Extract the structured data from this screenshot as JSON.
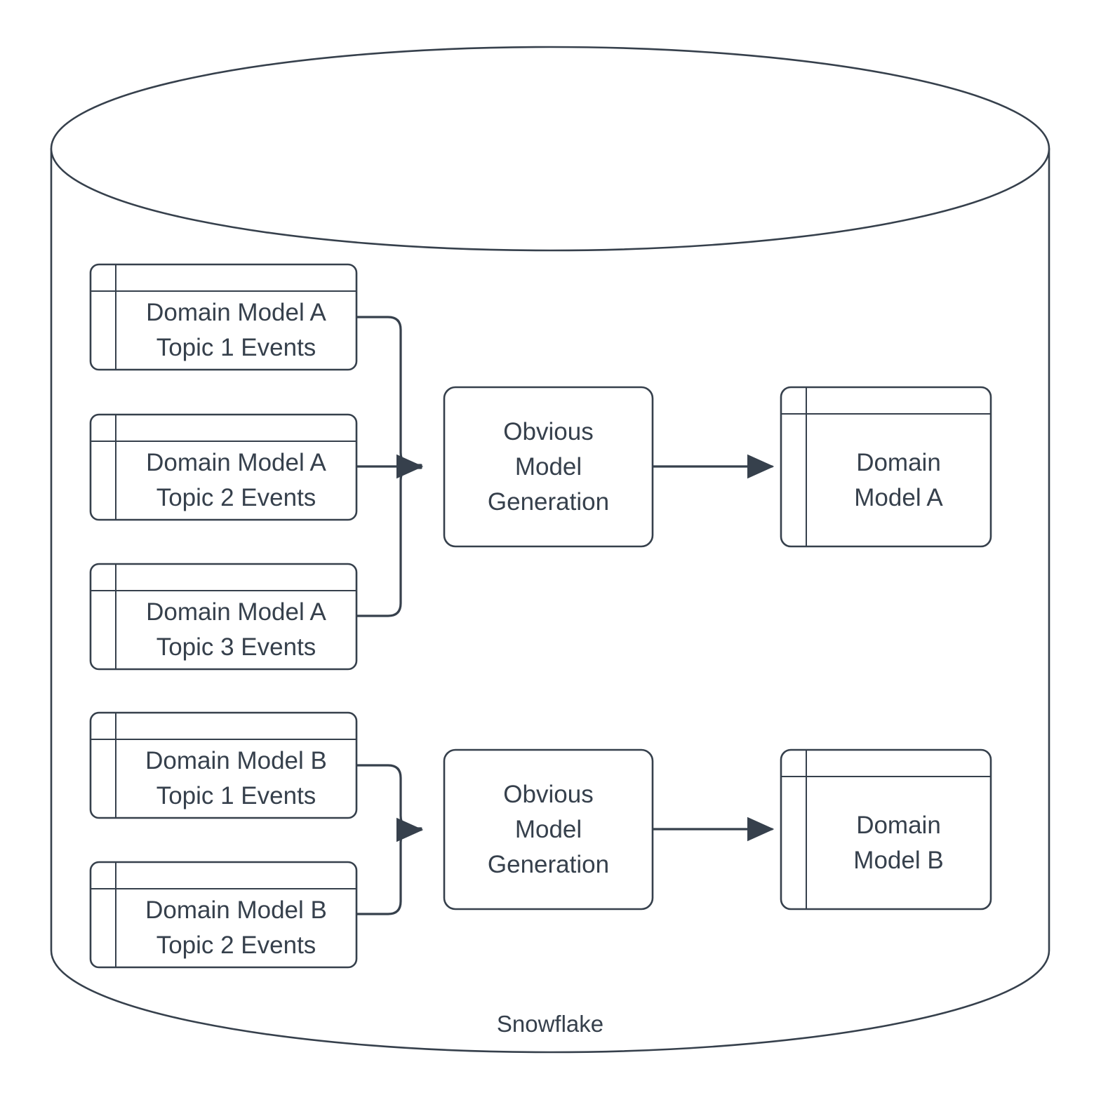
{
  "diagram": {
    "type": "flow-diagram",
    "container": {
      "name": "cylinder",
      "label": "Snowflake",
      "shape": "database-cylinder"
    },
    "stroke_color": "#36404c",
    "fill_color": "#ffffff",
    "text_color": "#36404c",
    "groups": [
      {
        "id": "group-a",
        "sources": [
          {
            "id": "src-a1",
            "line1": "Domain Model A",
            "line2": "Topic 1 Events",
            "shape": "table"
          },
          {
            "id": "src-a2",
            "line1": "Domain Model A",
            "line2": "Topic 2 Events",
            "shape": "table"
          },
          {
            "id": "src-a3",
            "line1": "Domain Model A",
            "line2": "Topic 3 Events",
            "shape": "table"
          }
        ],
        "process": {
          "id": "proc-a",
          "line1": "Obvious",
          "line2": "Model",
          "line3": "Generation",
          "shape": "rounded-rect"
        },
        "output": {
          "id": "out-a",
          "line1": "Domain",
          "line2": "Model A",
          "shape": "table"
        }
      },
      {
        "id": "group-b",
        "sources": [
          {
            "id": "src-b1",
            "line1": "Domain Model B",
            "line2": "Topic 1 Events",
            "shape": "table"
          },
          {
            "id": "src-b2",
            "line1": "Domain Model B",
            "line2": "Topic 2 Events",
            "shape": "table"
          }
        ],
        "process": {
          "id": "proc-b",
          "line1": "Obvious",
          "line2": "Model",
          "line3": "Generation",
          "shape": "rounded-rect"
        },
        "output": {
          "id": "out-b",
          "line1": "Domain",
          "line2": "Model B",
          "shape": "table"
        }
      }
    ],
    "connectors": [
      {
        "from": "src-a1",
        "to": "proc-a",
        "style": "elbow",
        "arrowhead": "filled-triangle"
      },
      {
        "from": "src-a2",
        "to": "proc-a",
        "style": "straight",
        "arrowhead": "filled-triangle"
      },
      {
        "from": "src-a3",
        "to": "proc-a",
        "style": "elbow",
        "arrowhead": "filled-triangle"
      },
      {
        "from": "proc-a",
        "to": "out-a",
        "style": "straight",
        "arrowhead": "filled-triangle"
      },
      {
        "from": "src-b1",
        "to": "proc-b",
        "style": "elbow",
        "arrowhead": "filled-triangle"
      },
      {
        "from": "src-b2",
        "to": "proc-b",
        "style": "elbow",
        "arrowhead": "filled-triangle"
      },
      {
        "from": "proc-b",
        "to": "out-b",
        "style": "straight",
        "arrowhead": "filled-triangle"
      }
    ]
  }
}
